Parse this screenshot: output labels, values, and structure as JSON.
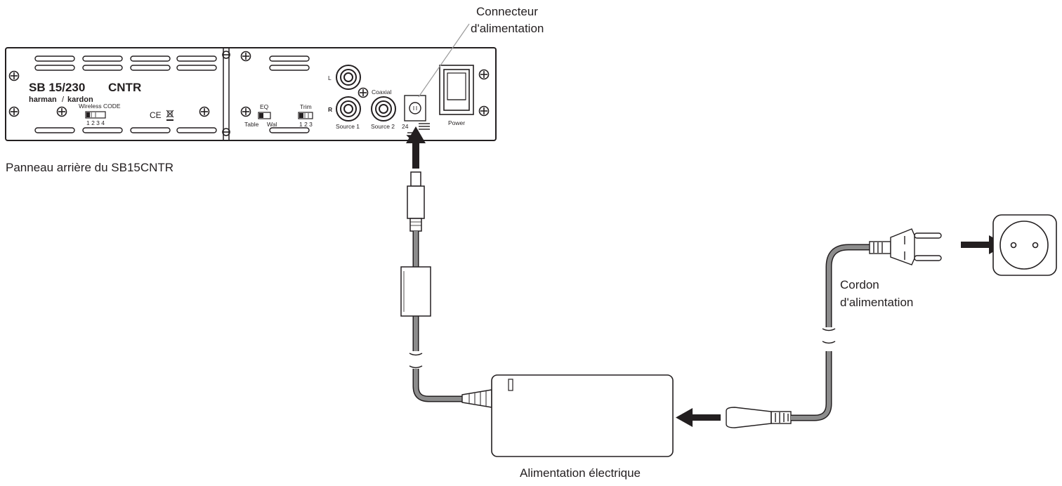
{
  "labels": {
    "connector_line1": "Connecteur",
    "connector_line2": "d'alimentation",
    "rear_panel": "Panneau arrière du SB15CNTR",
    "cord_line1": "Cordon",
    "cord_line2": "d'alimentation",
    "power_supply": "Alimentation électrique"
  },
  "panel": {
    "model": "SB 15/230",
    "model_suffix": "CNTR",
    "brand_left": "harman",
    "brand_right": "kardon",
    "wireless_code": "Wireless CODE",
    "wireless_code_positions": "1 2 3 4",
    "ce_mark": "CE",
    "eq": "EQ",
    "eq_table": "Table",
    "eq_wall": "Wal",
    "trim": "Trim",
    "trim_positions": "1 2 3",
    "input_left": "L",
    "input_right": "R",
    "coaxial": "Coaxial",
    "source1": "Source 1",
    "source2": "Source 2",
    "voltage": "24",
    "power": "Power"
  },
  "colors": {
    "line": "#231f20",
    "cable": "#8c8c8c",
    "leader": "#9a9a9a",
    "fill": "#ffffff"
  },
  "icons": [
    "screw-icon",
    "rca-jack-icon",
    "dc-jack-icon",
    "power-switch-icon",
    "wall-outlet-icon",
    "arrow-icon",
    "ce-mark-icon",
    "weee-icon"
  ]
}
